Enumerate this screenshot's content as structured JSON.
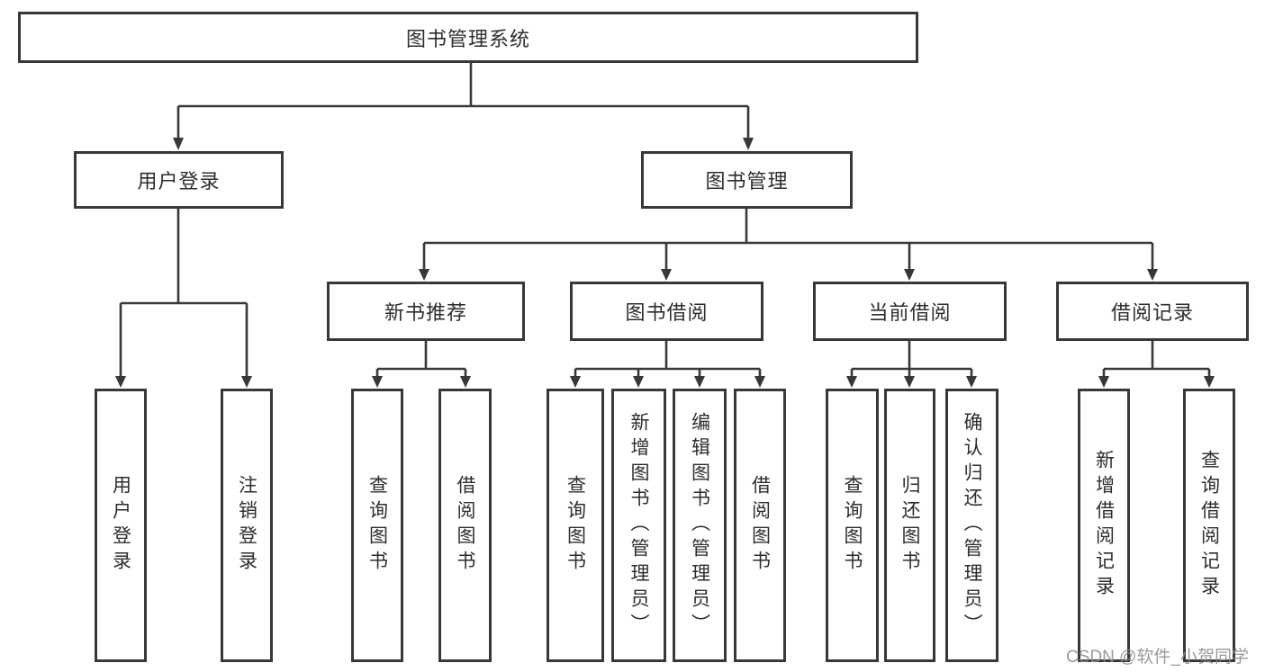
{
  "diagram": {
    "root": {
      "label": "图书管理系统"
    },
    "branches": [
      {
        "label": "用户登录",
        "children": [
          {
            "label": "用户登录"
          },
          {
            "label": "注销登录"
          }
        ]
      },
      {
        "label": "图书管理",
        "sections": [
          {
            "label": "新书推荐",
            "children": [
              {
                "label": "查询图书"
              },
              {
                "label": "借阅图书"
              }
            ]
          },
          {
            "label": "图书借阅",
            "children": [
              {
                "label": "查询图书"
              },
              {
                "label": "新增图书（管理员）"
              },
              {
                "label": "编辑图书（管理员）"
              },
              {
                "label": "借阅图书"
              }
            ]
          },
          {
            "label": "当前借阅",
            "children": [
              {
                "label": "查询图书"
              },
              {
                "label": "归还图书"
              },
              {
                "label": "确认归还（管理员）"
              }
            ]
          },
          {
            "label": "借阅记录",
            "children": [
              {
                "label": "新增借阅记录"
              },
              {
                "label": "查询借阅记录"
              }
            ]
          }
        ]
      }
    ]
  },
  "watermark": {
    "text": "CSDN @软件_小贺同学"
  },
  "colors": {
    "line": "#383838",
    "box_border": "#383838",
    "text": "#2d2d2d",
    "watermark": "#8f8f8f",
    "background": "#ffffff"
  }
}
